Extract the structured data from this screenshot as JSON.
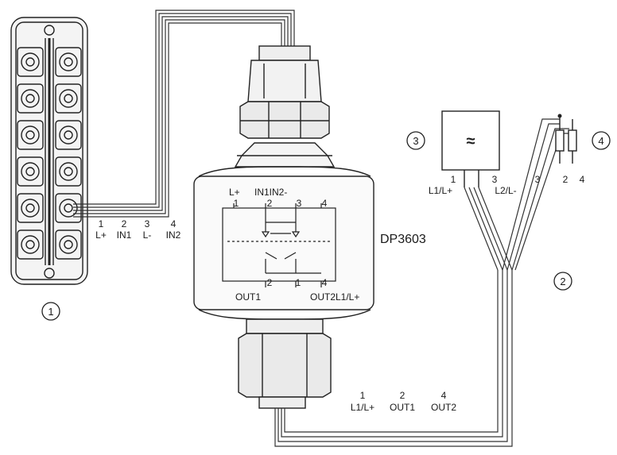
{
  "callouts": {
    "c1": "1",
    "c2": "2",
    "c3": "3",
    "c4": "4"
  },
  "module_pins": {
    "numbers": [
      "1",
      "2",
      "3",
      "4"
    ],
    "names": [
      "L+",
      "IN1",
      "L-",
      "IN2"
    ]
  },
  "device": {
    "model": "DP3603",
    "top_pins": {
      "numbers": [
        "1",
        "2",
        "3",
        "4"
      ],
      "names": [
        "L+",
        "IN1IN2-",
        ""
      ]
    },
    "bottom_pins": {
      "numbers": [
        "2",
        "1",
        "4"
      ],
      "names": [
        "OUT1",
        "OUT2L1/L+"
      ]
    },
    "lower_pins": {
      "numbers": [
        "1",
        "2",
        "4"
      ],
      "names": [
        "L1/L+",
        "OUT1",
        "OUT2"
      ]
    }
  },
  "power_supply": {
    "symbol": "≈",
    "pin_numbers": [
      "1",
      "3"
    ],
    "pin_names": [
      "L1/L+",
      "L2/L-"
    ]
  },
  "cable": {
    "numbers": [
      "3",
      "2",
      "4"
    ]
  }
}
